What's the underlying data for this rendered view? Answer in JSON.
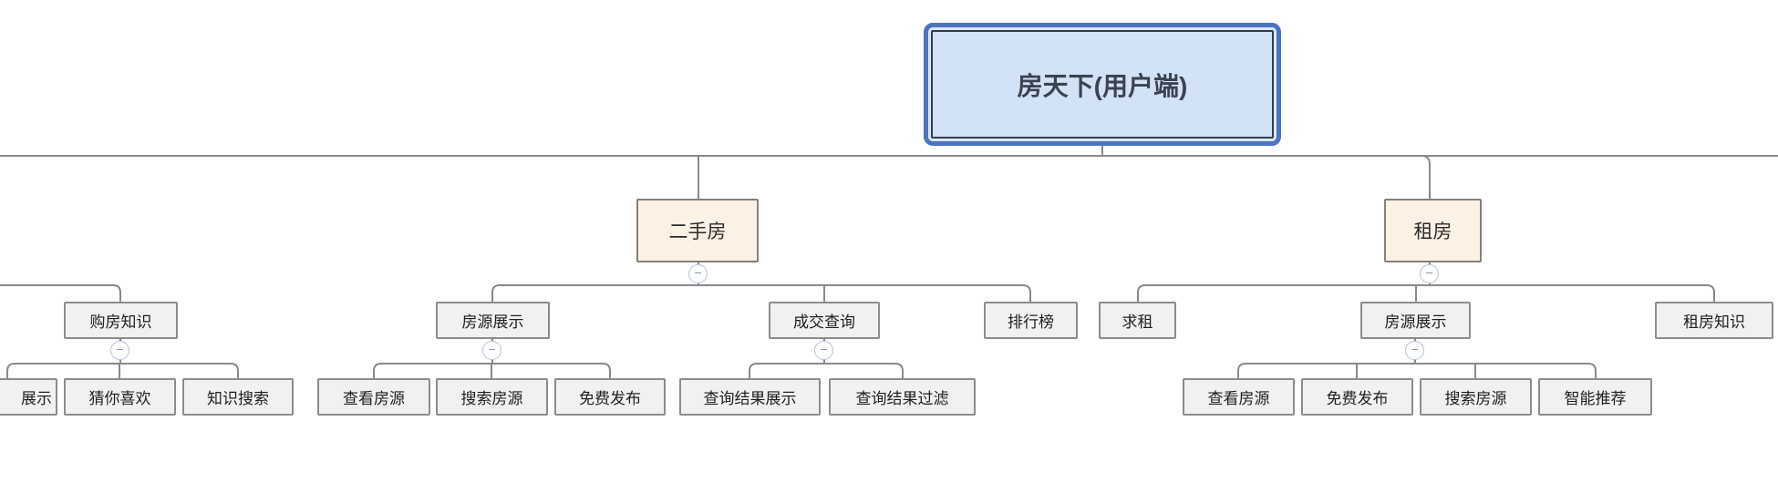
{
  "palette": {
    "root_fill": "#d2e2f7",
    "root_border_outer": "#4d74c1",
    "root_border_inner": "#343d50",
    "branch_fill": "#fcf1e5",
    "node_fill": "#f1f1f1",
    "node_border": "#8c8c8c",
    "connector_line": "#8a8a8a",
    "collapse_border": "#b5c3d8"
  },
  "controls": {
    "collapse_glyph": "−"
  },
  "mindmap": {
    "root": {
      "label": "房天下(用户端)"
    },
    "secondhand": {
      "label": "二手房",
      "children": {
        "listing": {
          "label": "房源展示",
          "children": {
            "view": {
              "label": "查看房源"
            },
            "search": {
              "label": "搜索房源"
            },
            "publish": {
              "label": "免费发布"
            }
          }
        },
        "deal_query": {
          "label": "成交查询",
          "children": {
            "result_display": {
              "label": "查询结果展示"
            },
            "result_filter": {
              "label": "查询结果过滤"
            }
          }
        },
        "ranking": {
          "label": "排行榜"
        }
      }
    },
    "rent": {
      "label": "租房",
      "children": {
        "seek_rent": {
          "label": "求租"
        },
        "listing": {
          "label": "房源展示",
          "children": {
            "view": {
              "label": "查看房源"
            },
            "publish": {
              "label": "免费发布"
            },
            "search": {
              "label": "搜索房源"
            },
            "smart": {
              "label": "智能推荐"
            }
          }
        },
        "rent_knowledge": {
          "label": "租房知识"
        }
      }
    },
    "purchase_knowledge": {
      "label": "购房知识",
      "children": {
        "display_partial": {
          "label": "展示"
        },
        "guess_you_like": {
          "label": "猜你喜欢"
        },
        "knowledge_search": {
          "label": "知识搜索"
        }
      }
    }
  }
}
